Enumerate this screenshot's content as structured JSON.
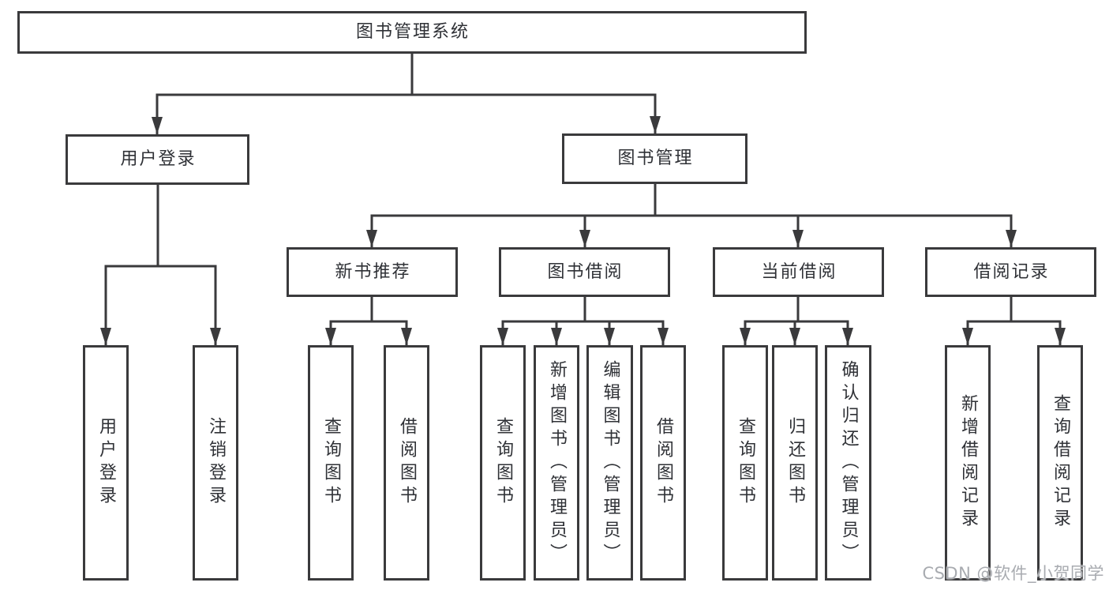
{
  "diagram": {
    "root": "图书管理系统",
    "level2": {
      "user_login": "用户登录",
      "book_management": "图书管理"
    },
    "level3": {
      "new_book_recommend": "新书推荐",
      "book_borrowing": "图书借阅",
      "current_borrowing": "当前借阅",
      "borrowing_records": "借阅记录"
    },
    "leaves": {
      "user_login": "用户登录",
      "logout": "注销登录",
      "recommend_query_books": "查询图书",
      "recommend_borrow_books": "借阅图书",
      "borrowing_query_books": "查询图书",
      "borrowing_add_books": "新增图书（管理员）",
      "borrowing_edit_books": "编辑图书（管理员）",
      "borrowing_borrow_books": "借阅图书",
      "current_query_books": "查询图书",
      "current_return_books": "归还图书",
      "current_confirm_return": "确认归还（管理员）",
      "records_add_record": "新增借阅记录",
      "records_query_record": "查询借阅记录"
    }
  },
  "watermark": "CSDN @软件_小贺同学",
  "colors": {
    "line": "#3a3a3c",
    "text": "#2f3136",
    "background": "#ffffff",
    "watermark": "#a8abb0"
  }
}
